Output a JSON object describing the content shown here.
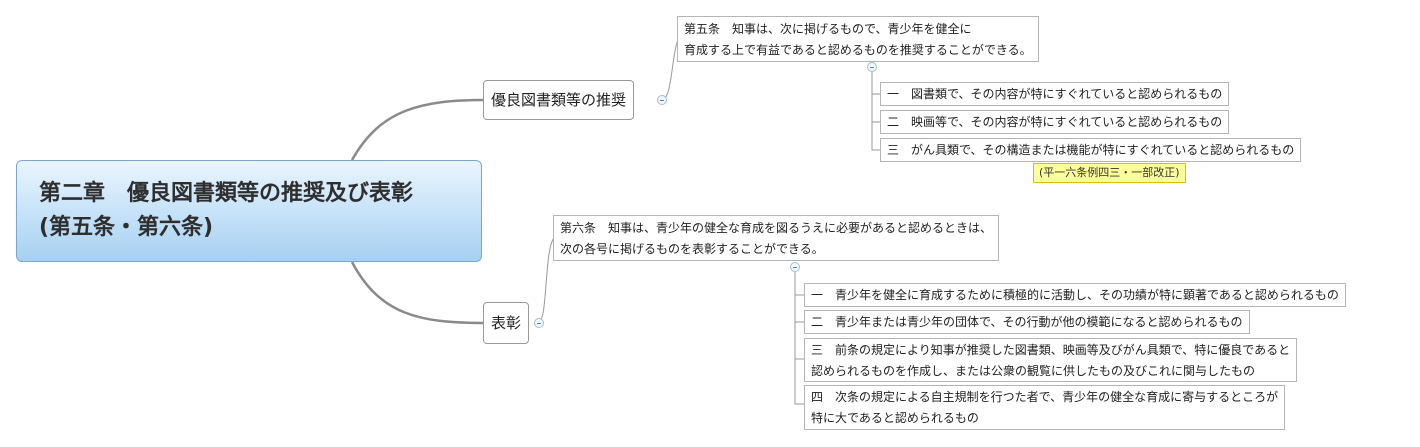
{
  "root": {
    "line1": "第二章　優良図書類等の推奨及び表彰",
    "line2": "(第五条・第六条)"
  },
  "branches": [
    {
      "label": "優良図書類等の推奨",
      "article": [
        "第五条　知事は、次に掲げるもので、青少年を健全に",
        "育成する上で有益であると認めるものを推奨することができる。"
      ],
      "items": [
        [
          "一　図書類で、その内容が特にすぐれていると認められるもの"
        ],
        [
          "二　映画等で、その内容が特にすぐれていると認められるもの"
        ],
        [
          "三　がん具類で、その構造または機能が特にすぐれていると認められるもの"
        ]
      ],
      "note": "(平一六条例四三・一部改正)"
    },
    {
      "label": "表彰",
      "article": [
        "第六条　知事は、青少年の健全な育成を図るうえに必要があると認めるときは、",
        "次の各号に掲げるものを表彰することができる。"
      ],
      "items": [
        [
          "一　青少年を健全に育成するために積極的に活動し、その功績が特に顕著であると認められるもの"
        ],
        [
          "二　青少年または青少年の団体で、その行動が他の模範になると認められるもの"
        ],
        [
          "三　前条の規定により知事が推奨した図書類、映画等及びがん具類で、特に優良であると",
          "認められるものを作成し、または公衆の観覧に供したもの及びこれに関与したもの"
        ],
        [
          "四　次条の規定による自主規制を行つた者で、青少年の健全な育成に寄与するところが",
          "特に大であると認められるもの"
        ]
      ]
    }
  ]
}
